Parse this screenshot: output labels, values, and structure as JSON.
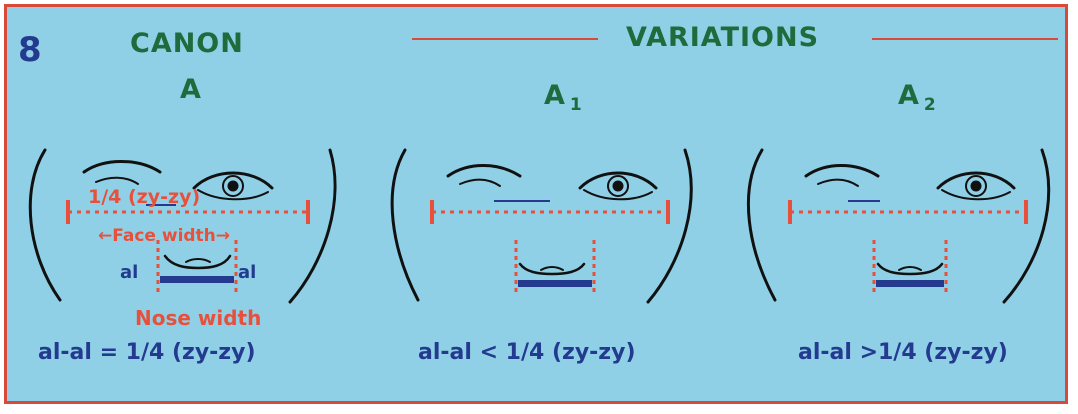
{
  "figure_number": "8",
  "headers": {
    "canon": "CANON",
    "variations": "VARIATIONS"
  },
  "panels": [
    {
      "label": "A",
      "subscript": "",
      "formula": "al-al = 1/4 (zy-zy)"
    },
    {
      "label": "A",
      "subscript": "1",
      "formula": "al-al < 1/4 (zy-zy)"
    },
    {
      "label": "A",
      "subscript": "2",
      "formula": "al-al >1/4 (zy-zy)"
    }
  ],
  "annotations": {
    "quarter": "1/4 (zy-zy)",
    "face_width": "←Face width→",
    "al_left": "al",
    "al_right": "al",
    "nose_width": "Nose width"
  },
  "colors": {
    "background": "#8fd0e6",
    "frame": "#d94a3a",
    "title_green": "#1f6b3c",
    "formula_blue": "#233a8f",
    "label_red": "#e8503c"
  }
}
